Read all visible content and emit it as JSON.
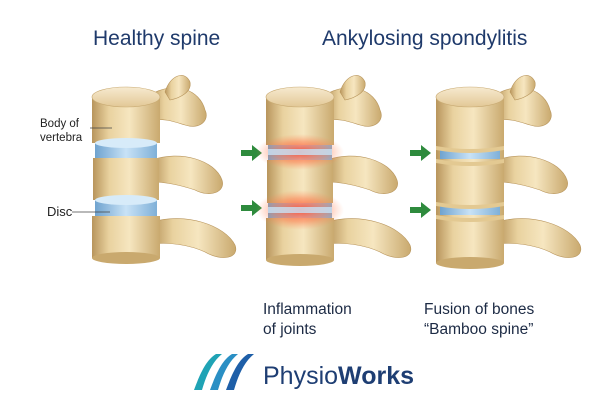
{
  "titles": {
    "healthy": "Healthy spine",
    "ankylosing": "Ankylosing spondylitis"
  },
  "labels": {
    "body_of_vertebra": [
      "Body of",
      "vertebra"
    ],
    "disc": "Disc"
  },
  "captions": {
    "inflammation": [
      "Inflammation",
      "of joints"
    ],
    "fusion": [
      "Fusion of bones",
      "“Bamboo spine”"
    ]
  },
  "brand": {
    "name_part1": "Physio",
    "name_part2": "Works"
  },
  "colors": {
    "bone": "#ecd7a6",
    "bone_shadow": "#c9ab74",
    "disc": "#a9cdea",
    "inflammation": "#e8462f",
    "arrow": "#2e8b3d",
    "title_text": "#1f3a6b",
    "logo_teal": "#1fa3b5"
  }
}
